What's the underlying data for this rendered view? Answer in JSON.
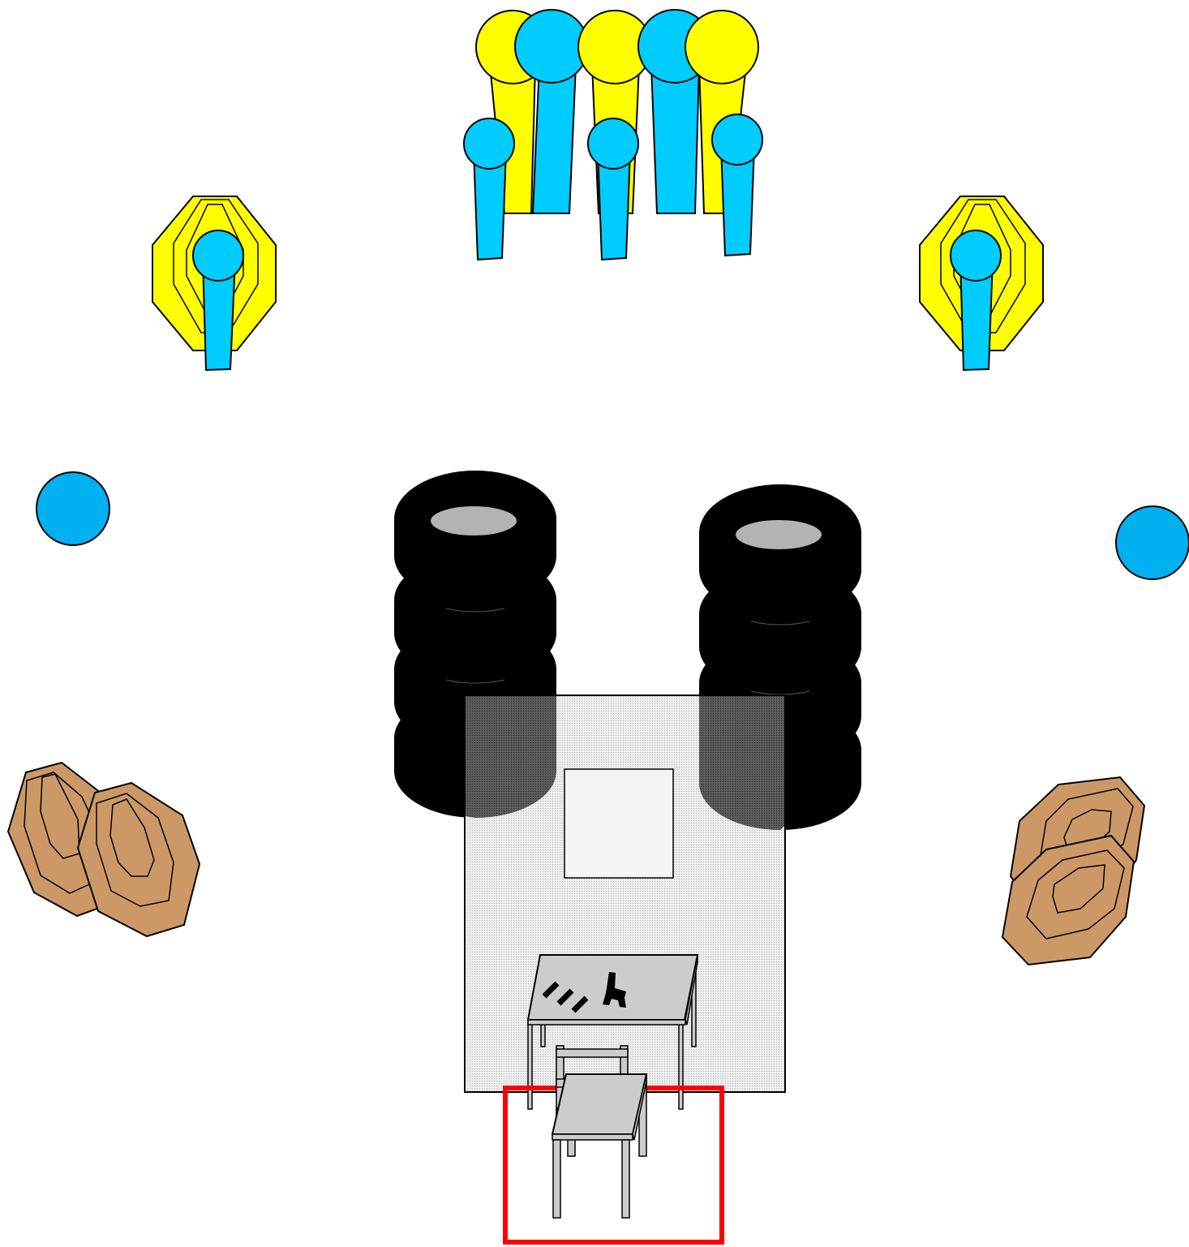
{
  "stage": {
    "colors": {
      "background": "#ffffff",
      "poppers_yellow": "#ffff00",
      "poppers_cyan": "#00ccff",
      "plate_blue": "#00b0f0",
      "cardboard": "#cc9966",
      "tire": "#000000",
      "tire_hole": "#b3b3b3",
      "barricade": "#e8e8e8",
      "fault_box": "#ff0000",
      "table": "#cccccc"
    },
    "items": [
      {
        "name": "popper-cluster",
        "icon": "popper-icon",
        "count": 8
      },
      {
        "name": "steel-plates-left",
        "icon": "octagon-target-icon"
      },
      {
        "name": "steel-plates-right",
        "icon": "octagon-target-icon"
      },
      {
        "name": "round-plates",
        "icon": "circle-plate-icon",
        "count": 2
      },
      {
        "name": "tire-stacks",
        "icon": "tire-icon",
        "count": 2
      },
      {
        "name": "cardboard-targets",
        "icon": "ipsc-target-icon",
        "count": 4
      },
      {
        "name": "barricade-wall",
        "icon": "wall-icon"
      },
      {
        "name": "start-table",
        "icon": "table-icon",
        "props": [
          "pistol-icon",
          "magazine-icon"
        ]
      },
      {
        "name": "start-chair",
        "icon": "chair-icon"
      },
      {
        "name": "start-box",
        "icon": "box-icon"
      }
    ]
  }
}
